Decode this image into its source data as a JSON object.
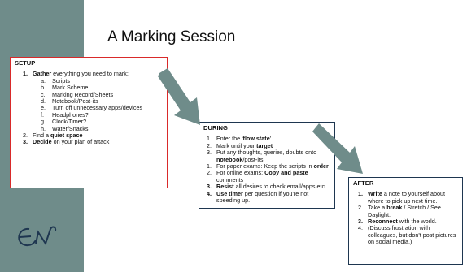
{
  "title": "A Marking Session",
  "logo_text": "EN",
  "colors": {
    "sidebar": "#6f8c8a",
    "setup_border": "#d92a2a",
    "box_border": "#1e3650",
    "arrow": "#6f8c8a"
  },
  "setup": {
    "heading": "SETUP",
    "items": [
      {
        "num": "1.",
        "bold": "Gather",
        "rest": " everything you need to mark:"
      },
      {
        "num": "2.",
        "pre": "Find a ",
        "bold": "quiet space",
        "rest": ""
      },
      {
        "num": "3.",
        "bold": "Decide",
        "rest": " on your plan of attack"
      }
    ],
    "sub_items": [
      {
        "num": "a.",
        "text": "Scripts"
      },
      {
        "num": "b.",
        "text": "Mark Scheme"
      },
      {
        "num": "c.",
        "text": "Marking Record/Sheets"
      },
      {
        "num": "d.",
        "text": "Notebook/Post-its"
      },
      {
        "num": "e.",
        "text": "Turn off unnecessary apps/devices"
      },
      {
        "num": "f.",
        "text": "Headphones?"
      },
      {
        "num": "g.",
        "text": "Clock/Timer?"
      },
      {
        "num": "h.",
        "text": "Water/Snacks"
      }
    ]
  },
  "during": {
    "heading": "DURING",
    "i1": {
      "num": "1.",
      "pre": "Enter the '",
      "bold": "flow state",
      "rest": "'"
    },
    "i2": {
      "num": "2.",
      "pre": "Mark until your ",
      "bold": "target"
    },
    "i3": {
      "num": "3.",
      "pre": "Put any thoughts, queries, doubts onto ",
      "bold": "notebook",
      "rest": "/post-its"
    },
    "i4": {
      "num": "1.",
      "pre": "For paper exams: Keep the scripts in ",
      "bold": "order"
    },
    "i5": {
      "num": "2.",
      "pre": "For online exams: ",
      "bold": "Copy and paste",
      "rest": " comments"
    },
    "i6": {
      "num": "3.",
      "bold": "Resist",
      "rest": " all desires to check email/apps etc."
    },
    "i7": {
      "num": "4.",
      "bold": "Use timer",
      "rest": " per question if you're not speeding up."
    }
  },
  "after": {
    "heading": "AFTER",
    "i1": {
      "num": "1.",
      "bold": "Write",
      "rest": " a note to yourself about where to pick up next time."
    },
    "i2": {
      "num": "2.",
      "pre": "Take a ",
      "bold": "break",
      "rest": " / Stretch / See Daylight."
    },
    "i3": {
      "num": "3.",
      "bold": "Reconnect",
      "rest": " with the world."
    },
    "i4": {
      "num": "4.",
      "text": "(Discuss frustration with colleagues, but don't post pictures on social media.)"
    }
  }
}
